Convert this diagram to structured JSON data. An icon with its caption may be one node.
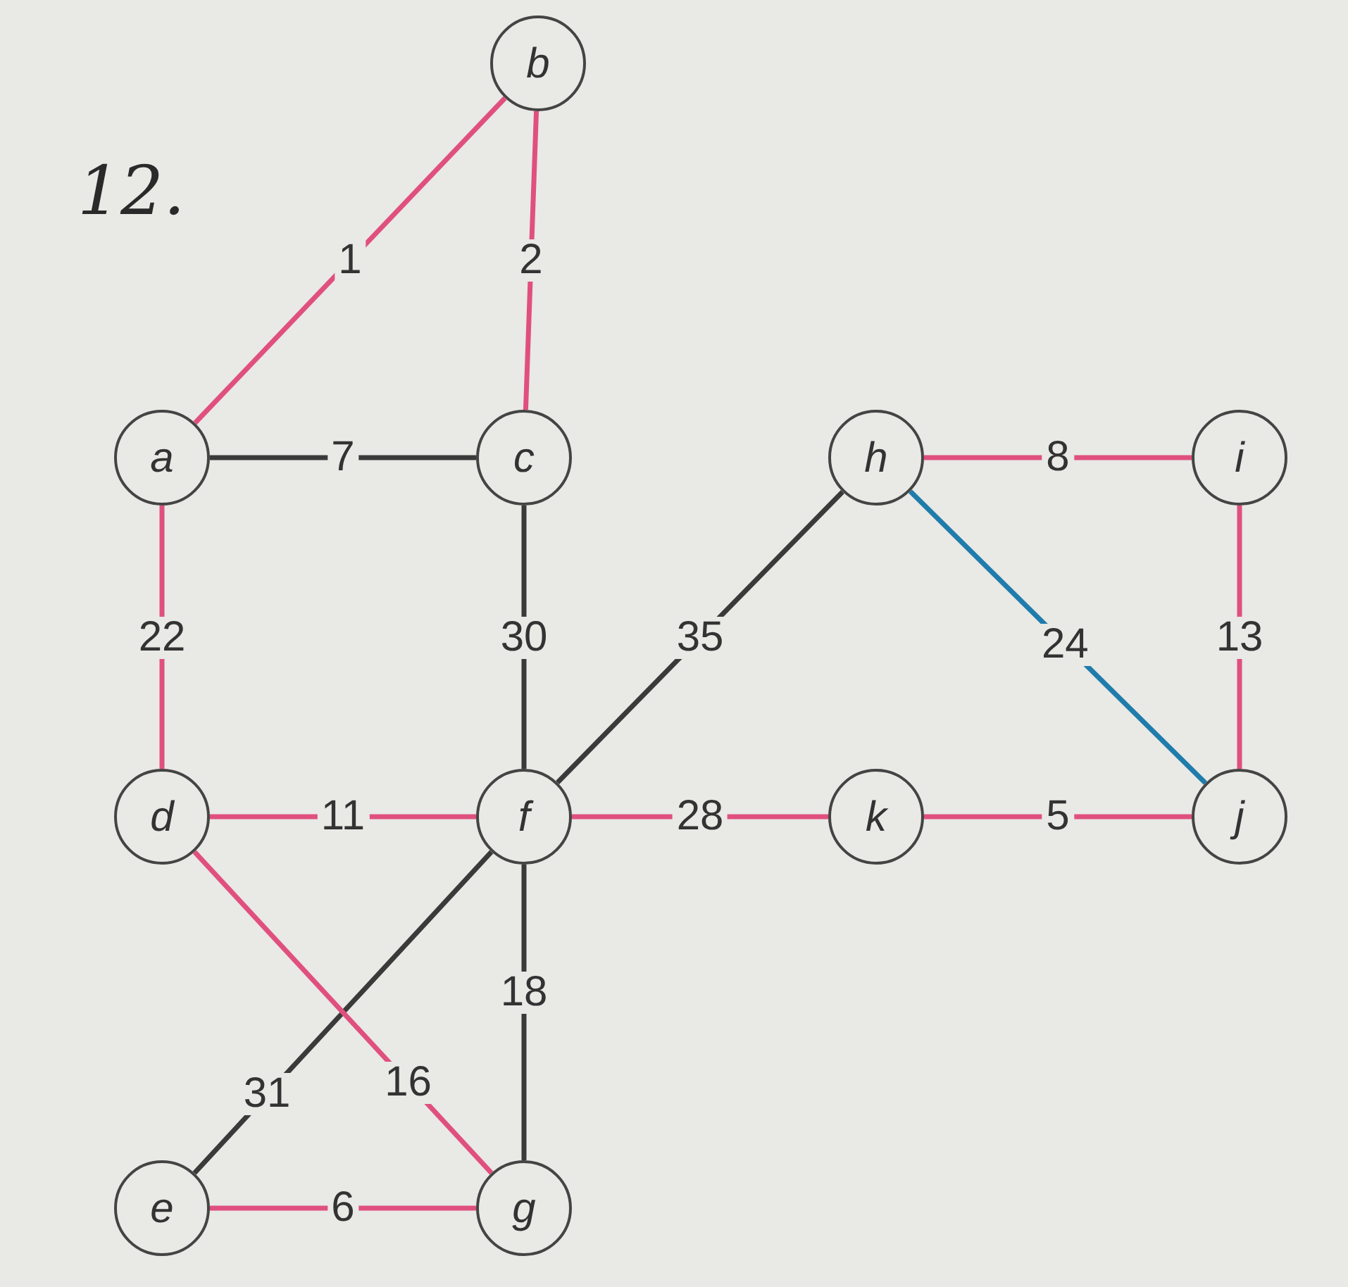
{
  "diagram": {
    "title": "12.",
    "nodes": [
      {
        "text": [
          "b"
        ]
      },
      {
        "text": [
          "a"
        ]
      },
      {
        "text": [
          "c"
        ]
      },
      {
        "text": [
          "h"
        ]
      },
      {
        "text": [
          "i"
        ]
      },
      {
        "text": [
          "d"
        ]
      },
      {
        "text": [
          "f"
        ]
      },
      {
        "text": [
          "k"
        ]
      },
      {
        "text": [
          "j"
        ]
      },
      {
        "text": [
          "e"
        ]
      },
      {
        "text": [
          "g"
        ]
      }
    ],
    "edges": [
      {
        "from": 1,
        "to": 0,
        "arrow": "none",
        "label": "1"
      },
      {
        "from": 0,
        "to": 2,
        "arrow": "none",
        "label": "2"
      },
      {
        "from": 1,
        "to": 2,
        "arrow": "none",
        "label": "7",
        "color": "#3a3a3a"
      },
      {
        "from": 1,
        "to": 5,
        "arrow": "none",
        "label": "22"
      },
      {
        "from": 2,
        "to": 6,
        "arrow": "none",
        "label": "30",
        "color": "#3a3a3a"
      },
      {
        "from": 6,
        "to": 3,
        "arrow": "none",
        "label": "35",
        "color": "#3a3a3a"
      },
      {
        "from": 3,
        "to": 4,
        "arrow": "none",
        "label": "8"
      },
      {
        "from": 3,
        "to": 8,
        "arrow": "none",
        "label": "24",
        "color": "#1f7cab"
      },
      {
        "from": 4,
        "to": 8,
        "arrow": "none",
        "label": "13"
      },
      {
        "from": 5,
        "to": 6,
        "arrow": "none",
        "label": "11"
      },
      {
        "from": 6,
        "to": 7,
        "arrow": "none",
        "label": "28"
      },
      {
        "from": 7,
        "to": 8,
        "arrow": "none",
        "label": "5"
      },
      {
        "from": 6,
        "to": 9,
        "arrow": "none",
        "label": "31",
        "color": "#3a3a3a"
      },
      {
        "from": 5,
        "to": 10,
        "arrow": "none",
        "label": "16"
      },
      {
        "from": 6,
        "to": 10,
        "arrow": "none",
        "label": "18",
        "color": "#3a3a3a"
      },
      {
        "from": 9,
        "to": 10,
        "arrow": "none",
        "label": "6"
      }
    ]
  }
}
